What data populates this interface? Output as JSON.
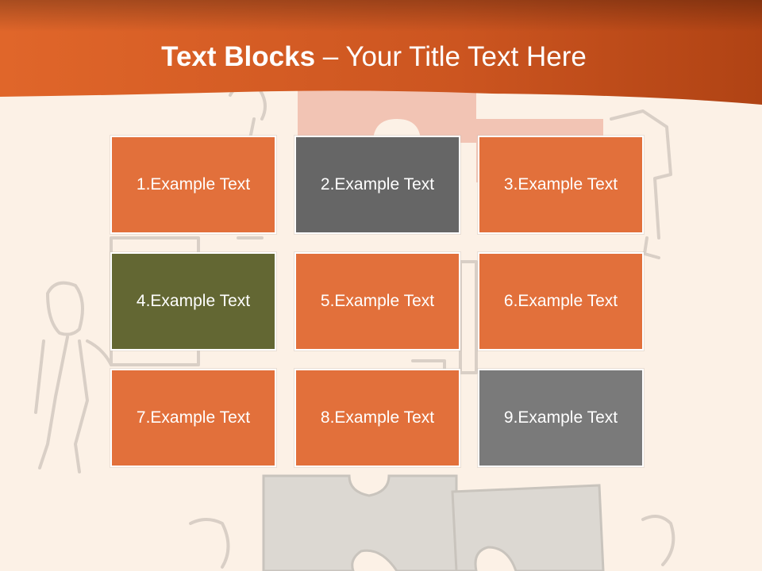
{
  "slide": {
    "title_bold": "Text Blocks",
    "title_rest": " – Your Title Text Here"
  },
  "colors": {
    "header": "#d45a1e",
    "background": "#fcf1e6",
    "orange_block": "#e2703b",
    "gray_block": "#666666",
    "olive_block": "#636733",
    "light_gray_block": "#7a7a7a"
  },
  "blocks": [
    {
      "label": "1.Example Text",
      "color": "#e2703b"
    },
    {
      "label": "2.Example Text",
      "color": "#666666"
    },
    {
      "label": "3.Example Text",
      "color": "#e2703b"
    },
    {
      "label": "4.Example Text",
      "color": "#636733"
    },
    {
      "label": "5.Example Text",
      "color": "#e2703b"
    },
    {
      "label": "6.Example Text",
      "color": "#e2703b"
    },
    {
      "label": "7.Example Text",
      "color": "#e2703b"
    },
    {
      "label": "8.Example Text",
      "color": "#e2703b"
    },
    {
      "label": "9.Example Text",
      "color": "#7a7a7a"
    }
  ]
}
